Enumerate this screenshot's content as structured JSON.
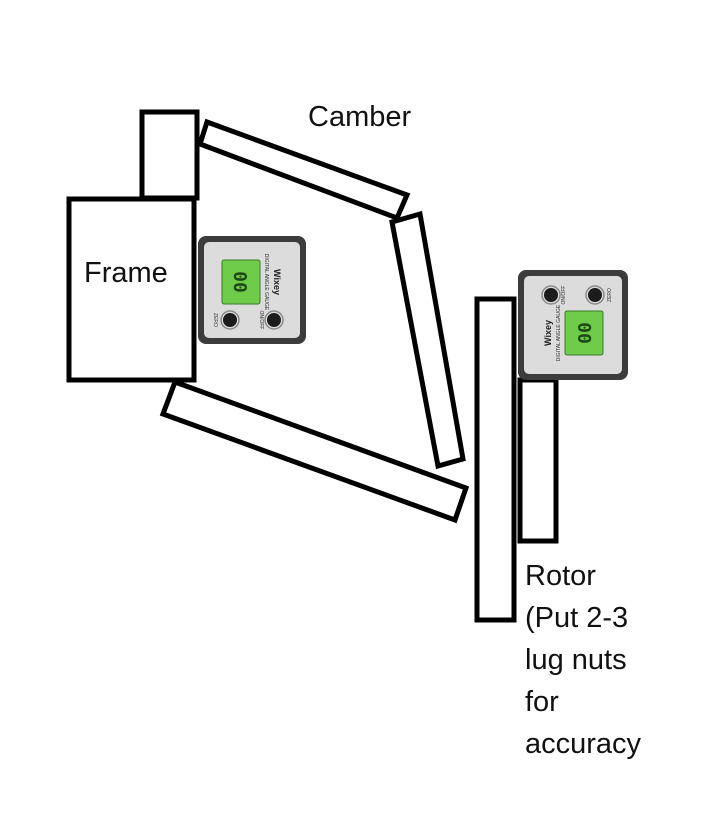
{
  "labels": {
    "camber": "Camber",
    "frame": "Frame",
    "rotor_lines": [
      "Rotor",
      "(Put 2-3",
      "lug nuts",
      "for",
      "accuracy"
    ]
  },
  "gauge": {
    "brand": "Wixey",
    "model": "DIGITAL ANGLE GAUGE",
    "reading": "00",
    "button_top": "ON/OFF",
    "button_bottom": "ZERO"
  },
  "colors": {
    "outline": "#000000",
    "gauge_screen": "#6fcc4a",
    "gauge_body": "#3c3c3c"
  }
}
